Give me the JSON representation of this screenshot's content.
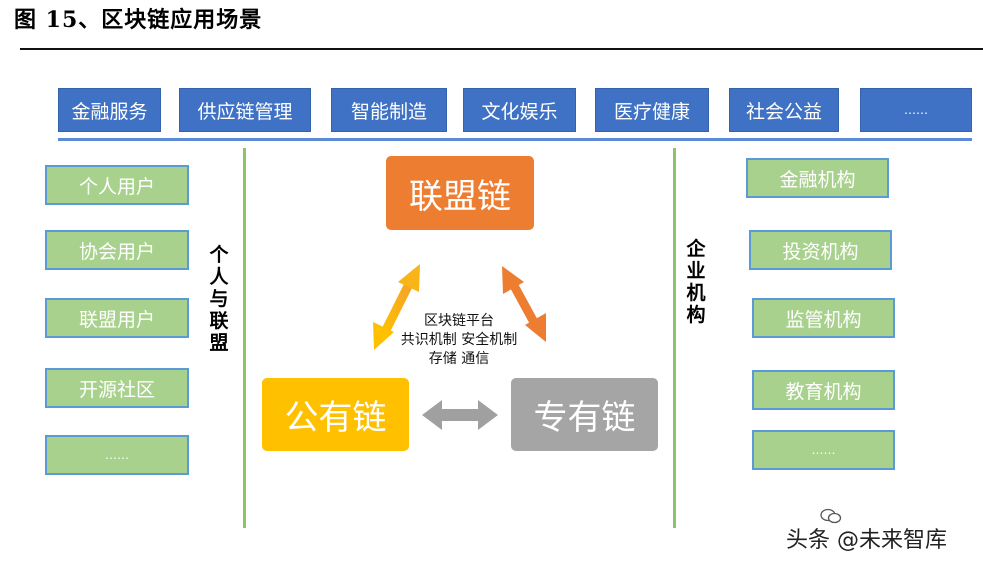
{
  "title": "图 15、区块链应用场景",
  "top_categories": [
    "金融服务",
    "供应链管理",
    "智能制造",
    "文化娱乐",
    "医疗健康",
    "社会公益",
    "……"
  ],
  "left_group": {
    "label": "个人与联盟",
    "items": [
      "个人用户",
      "协会用户",
      "联盟用户",
      "开源社区",
      "……"
    ]
  },
  "right_group": {
    "label": "企业机构",
    "items": [
      "金融机构",
      "投资机构",
      "监管机构",
      "教育机构",
      "……"
    ]
  },
  "chains": {
    "alliance": "联盟链",
    "public": "公有链",
    "private": "专有链"
  },
  "center": {
    "line1": "区块链平台",
    "line2": "共识机制 安全机制",
    "line3": "存储 通信"
  },
  "watermark": "头条 @未来智库",
  "colors": {
    "top_blue": "#3f72c4",
    "green": "#a9d18e",
    "alliance_orange": "#ed7d31",
    "public_yellow": "#ffc000",
    "private_gray": "#a5a5a5"
  }
}
